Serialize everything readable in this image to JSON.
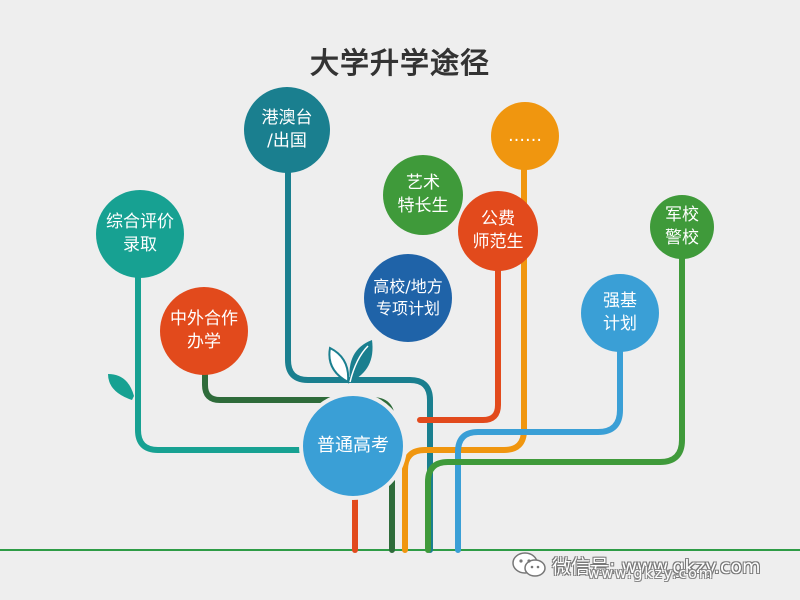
{
  "title": "大学升学途径",
  "center": {
    "label": "普通高考",
    "color": "#3a9fd6"
  },
  "nodes": [
    {
      "id": "hk",
      "label": "港澳台\n/出国",
      "color": "#1a7f8f"
    },
    {
      "id": "eval",
      "label": "综合评价\n录取",
      "color": "#17a192"
    },
    {
      "id": "coop",
      "label": "中外合作\n办学",
      "color": "#e24a1c"
    },
    {
      "id": "art",
      "label": "艺术\n特长生",
      "color": "#3f9a3a"
    },
    {
      "id": "more",
      "label": "……",
      "color": "#f0960f"
    },
    {
      "id": "normal",
      "label": "公费\n师范生",
      "color": "#e24a1c"
    },
    {
      "id": "local",
      "label": "高校/地方\n专项计划",
      "color": "#1f63a8"
    },
    {
      "id": "strong",
      "label": "强基\n计划",
      "color": "#3a9fd6"
    },
    {
      "id": "military",
      "label": "军校\n警校",
      "color": "#3f9a3a"
    }
  ],
  "colors": {
    "background": "#eeeeee",
    "ground": "#2e9c46",
    "leaf": "#1a7f8f",
    "dark_green": "#2e6b3a"
  },
  "watermark": {
    "text": "微信号: www.gkzy.com",
    "sub": "www.gkzy.com",
    "icon": "wechat-icon"
  }
}
